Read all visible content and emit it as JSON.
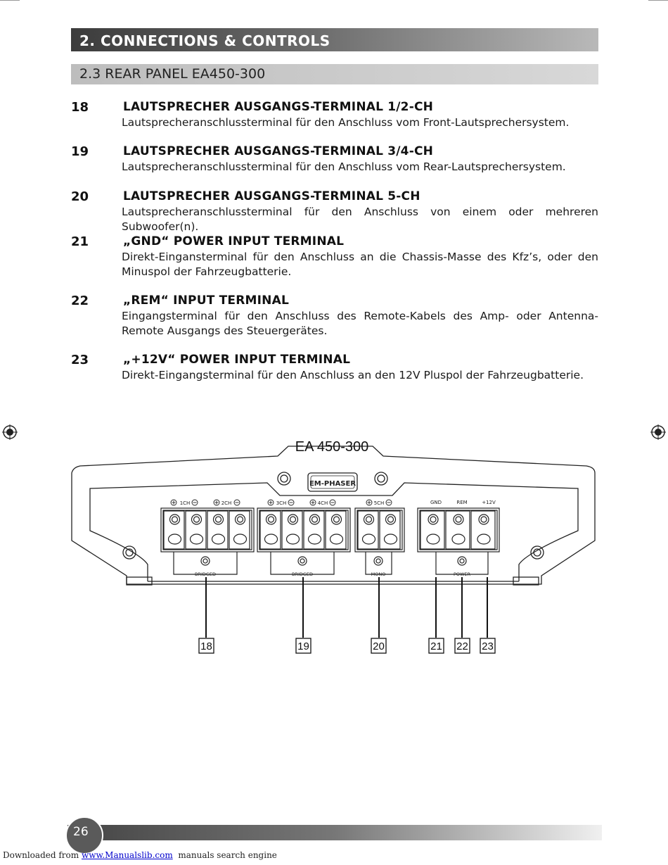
{
  "header": {
    "section_title": "2. CONNECTIONS & CONTROLS",
    "subsection_title": "2.3 REAR PANEL EA450-300"
  },
  "entries": [
    {
      "num": "18",
      "heading": "LAUTSPRECHER AUSGANGS-TERMINAL 1/2-CH",
      "desc": "Lautsprecheranschlussterminal für den Anschluss vom Front-Lautsprechersystem."
    },
    {
      "num": "19",
      "heading": "LAUTSPRECHER AUSGANGS-TERMINAL 3/4-CH",
      "desc": "Lautsprecheranschlussterminal für den Anschluss vom Rear-Lautsprechersystem."
    },
    {
      "num": "20",
      "heading": "LAUTSPRECHER AUSGANGS-TERMINAL 5-CH",
      "desc": "Lautsprecheranschlussterminal für den Anschluss von einem oder mehreren Subwoofer(n)."
    },
    {
      "num": "21",
      "heading": "„GND“ POWER INPUT TERMINAL",
      "desc": "Direkt-Einganster­minal für den Anschluss an die Chassis-Masse des Kfz’s, oder den Minuspol der Fahrzeugbatterie."
    },
    {
      "num": "22",
      "heading": "„REM“ INPUT TERMINAL",
      "desc": "Eingangsterminal für den Anschluss des Remote-Kabels des Amp- oder Antenna-Remote Ausgangs des Steuergerätes."
    },
    {
      "num": "23",
      "heading": "„+12V“ POWER INPUT TERMINAL",
      "desc": "Direkt-Eingangsterminal für den Anschluss an den 12V Pluspol der Fahrzeugbatterie."
    }
  ],
  "diagram": {
    "model_title": "EA 450-300",
    "logo_text": "EM-PHASER",
    "terminal_labels": {
      "ch1": "1CH",
      "ch2": "2CH",
      "ch3": "3CH",
      "ch4": "4CH",
      "ch5": "5CH",
      "gnd": "GND",
      "rem": "REM",
      "plus12v": "+12V"
    },
    "group_labels": {
      "bridged_a": "BRIDGED",
      "bridged_b": "BRIDGED",
      "mono": "MONO",
      "power": "POWER"
    },
    "callouts": [
      "18",
      "19",
      "20",
      "21",
      "22",
      "23"
    ]
  },
  "footer": {
    "page_number": "26",
    "download_prefix": "Downloaded from",
    "download_link": "www.Manualslib.com",
    "download_suffix": "manuals search engine"
  }
}
